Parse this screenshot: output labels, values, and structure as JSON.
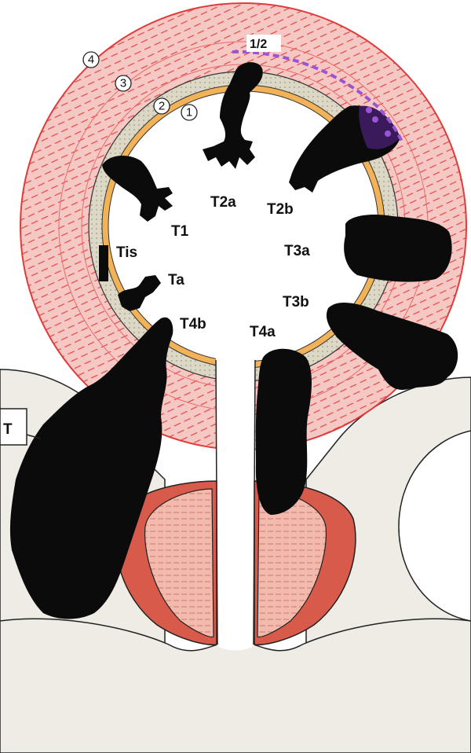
{
  "colors": {
    "background": "#ffffff",
    "tissue": "#efece6",
    "muscle": "#f6c6c2",
    "muscle_line": "#e04848",
    "submucosa": "#ddd8c6",
    "mucosa": "#f2b257",
    "tumor": "#0b0b0b",
    "prostate": "#d85a4a",
    "prostate_inner": "#f4b9ad",
    "purple": "#9a55d4"
  },
  "layer_markers": [
    "1",
    "2",
    "3",
    "4"
  ],
  "depth_label": "1/2",
  "stage_labels": {
    "t2a": "T2a",
    "t2b": "T2b",
    "t1": "T1",
    "tis": "Tis",
    "t3a": "T3a",
    "ta": "Ta",
    "t3b": "T3b",
    "t4b": "T4b",
    "t4a": "T4a",
    "t": "T"
  }
}
